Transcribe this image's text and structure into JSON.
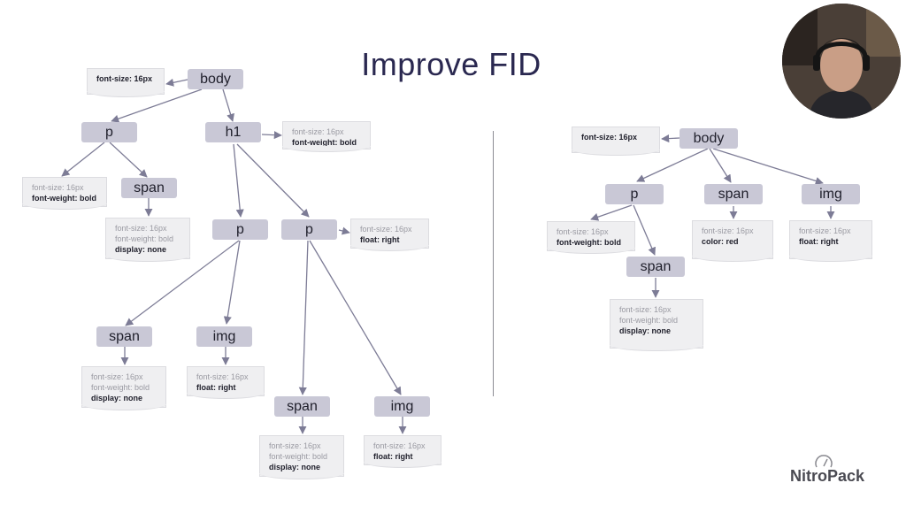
{
  "title": "Improve FID",
  "logo_text": "NitroPack",
  "colors": {
    "node_fill": "#c9c8d6",
    "edge": "#7d7c96",
    "title": "#2a2850",
    "card_fill": "#efeff1"
  },
  "left_tree": {
    "nodes": {
      "body": "body",
      "p1": "p",
      "h1": "h1",
      "span1": "span",
      "p2": "p",
      "p3": "p",
      "span2": "span",
      "img1": "img",
      "span3": "span",
      "img2": "img"
    },
    "cards": {
      "body": [
        "font-size: 16px"
      ],
      "p1": [
        "font-size: 16px",
        "font-weight: bold"
      ],
      "h1": [
        "font-size: 16px",
        "font-weight: bold"
      ],
      "span1": [
        "font-size: 16px",
        "font-weight: bold",
        "display: none"
      ],
      "p3": [
        "font-size: 16px",
        "float: right"
      ],
      "span2": [
        "font-size: 16px",
        "font-weight: bold",
        "display: none"
      ],
      "img1": [
        "font-size: 16px",
        "float: right"
      ],
      "span3": [
        "font-size: 16px",
        "font-weight: bold",
        "display: none"
      ],
      "img2": [
        "font-size: 16px",
        "float: right"
      ]
    }
  },
  "right_tree": {
    "nodes": {
      "body": "body",
      "p": "p",
      "span": "span",
      "img": "img",
      "span_child": "span"
    },
    "cards": {
      "body": [
        "font-size: 16px"
      ],
      "p": [
        "font-size: 16px",
        "font-weight: bold"
      ],
      "span": [
        "font-size: 16px",
        "color: red"
      ],
      "img": [
        "font-size: 16px",
        "float: right"
      ],
      "span_child": [
        "font-size: 16px",
        "font-weight: bold",
        "display: none"
      ]
    }
  }
}
